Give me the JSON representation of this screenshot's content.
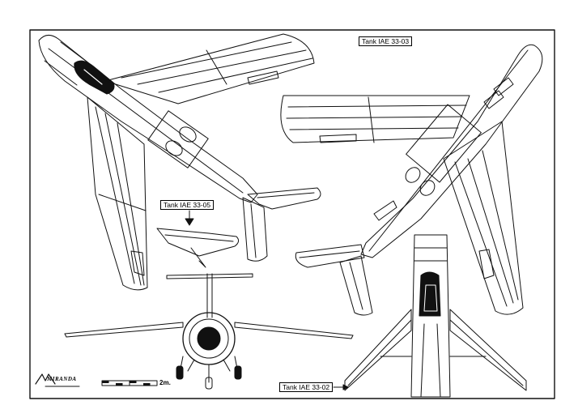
{
  "labels": {
    "tank_top": "Tank IAE 33-03",
    "tank_mid": "Tank IAE 33-05",
    "tank_bottom": "Tank IAE 33-02"
  },
  "scale": {
    "text": "2m."
  },
  "logo": {
    "text": "MIRANDA"
  },
  "colors": {
    "ink": "#111111",
    "paper": "#ffffff"
  }
}
